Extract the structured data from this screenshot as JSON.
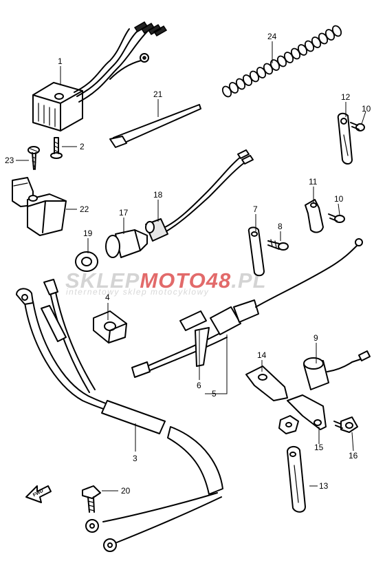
{
  "callouts": {
    "p1": "1",
    "p2": "2",
    "p3": "3",
    "p4": "4",
    "p5": "5",
    "p6": "6",
    "p7": "7",
    "p8": "8",
    "p9": "9",
    "p10a": "10",
    "p10b": "10",
    "p11": "11",
    "p12": "12",
    "p13": "13",
    "p14": "14",
    "p15": "15",
    "p16": "16",
    "p17": "17",
    "p18": "18",
    "p19": "19",
    "p20": "20",
    "p21": "21",
    "p22": "22",
    "p23": "23",
    "p24": "24"
  },
  "direction_label": "FWD",
  "watermark": {
    "brand_a": "SKLEP",
    "brand_b": "MOTO",
    "brand_c": "48",
    "brand_d": ".PL",
    "tagline": "internetowy sklep motocyklowy",
    "color_grey": "#d4d4d4",
    "color_red": "#e26a6a"
  }
}
